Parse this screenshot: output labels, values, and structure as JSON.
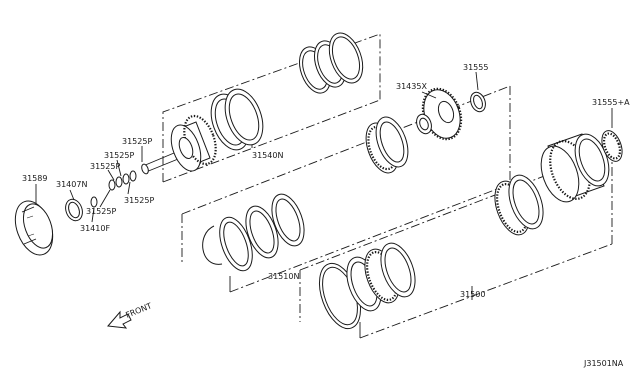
{
  "parts": {
    "p31589": "31589",
    "p31407N": "31407N",
    "p31410F": "31410F",
    "p31525P_a": "31525P",
    "p31525P_b": "31525P",
    "p31525P_c": "31525P",
    "p31525P_d": "31525P",
    "p31525P_e": "31525P",
    "p31540N": "31540N",
    "p31435X": "31435X",
    "p31555": "31555",
    "p31555A": "31555+A",
    "p31510N": "31510N",
    "p31500": "31500"
  },
  "front_label": "FRONT",
  "diagram_code": "J31501NA"
}
